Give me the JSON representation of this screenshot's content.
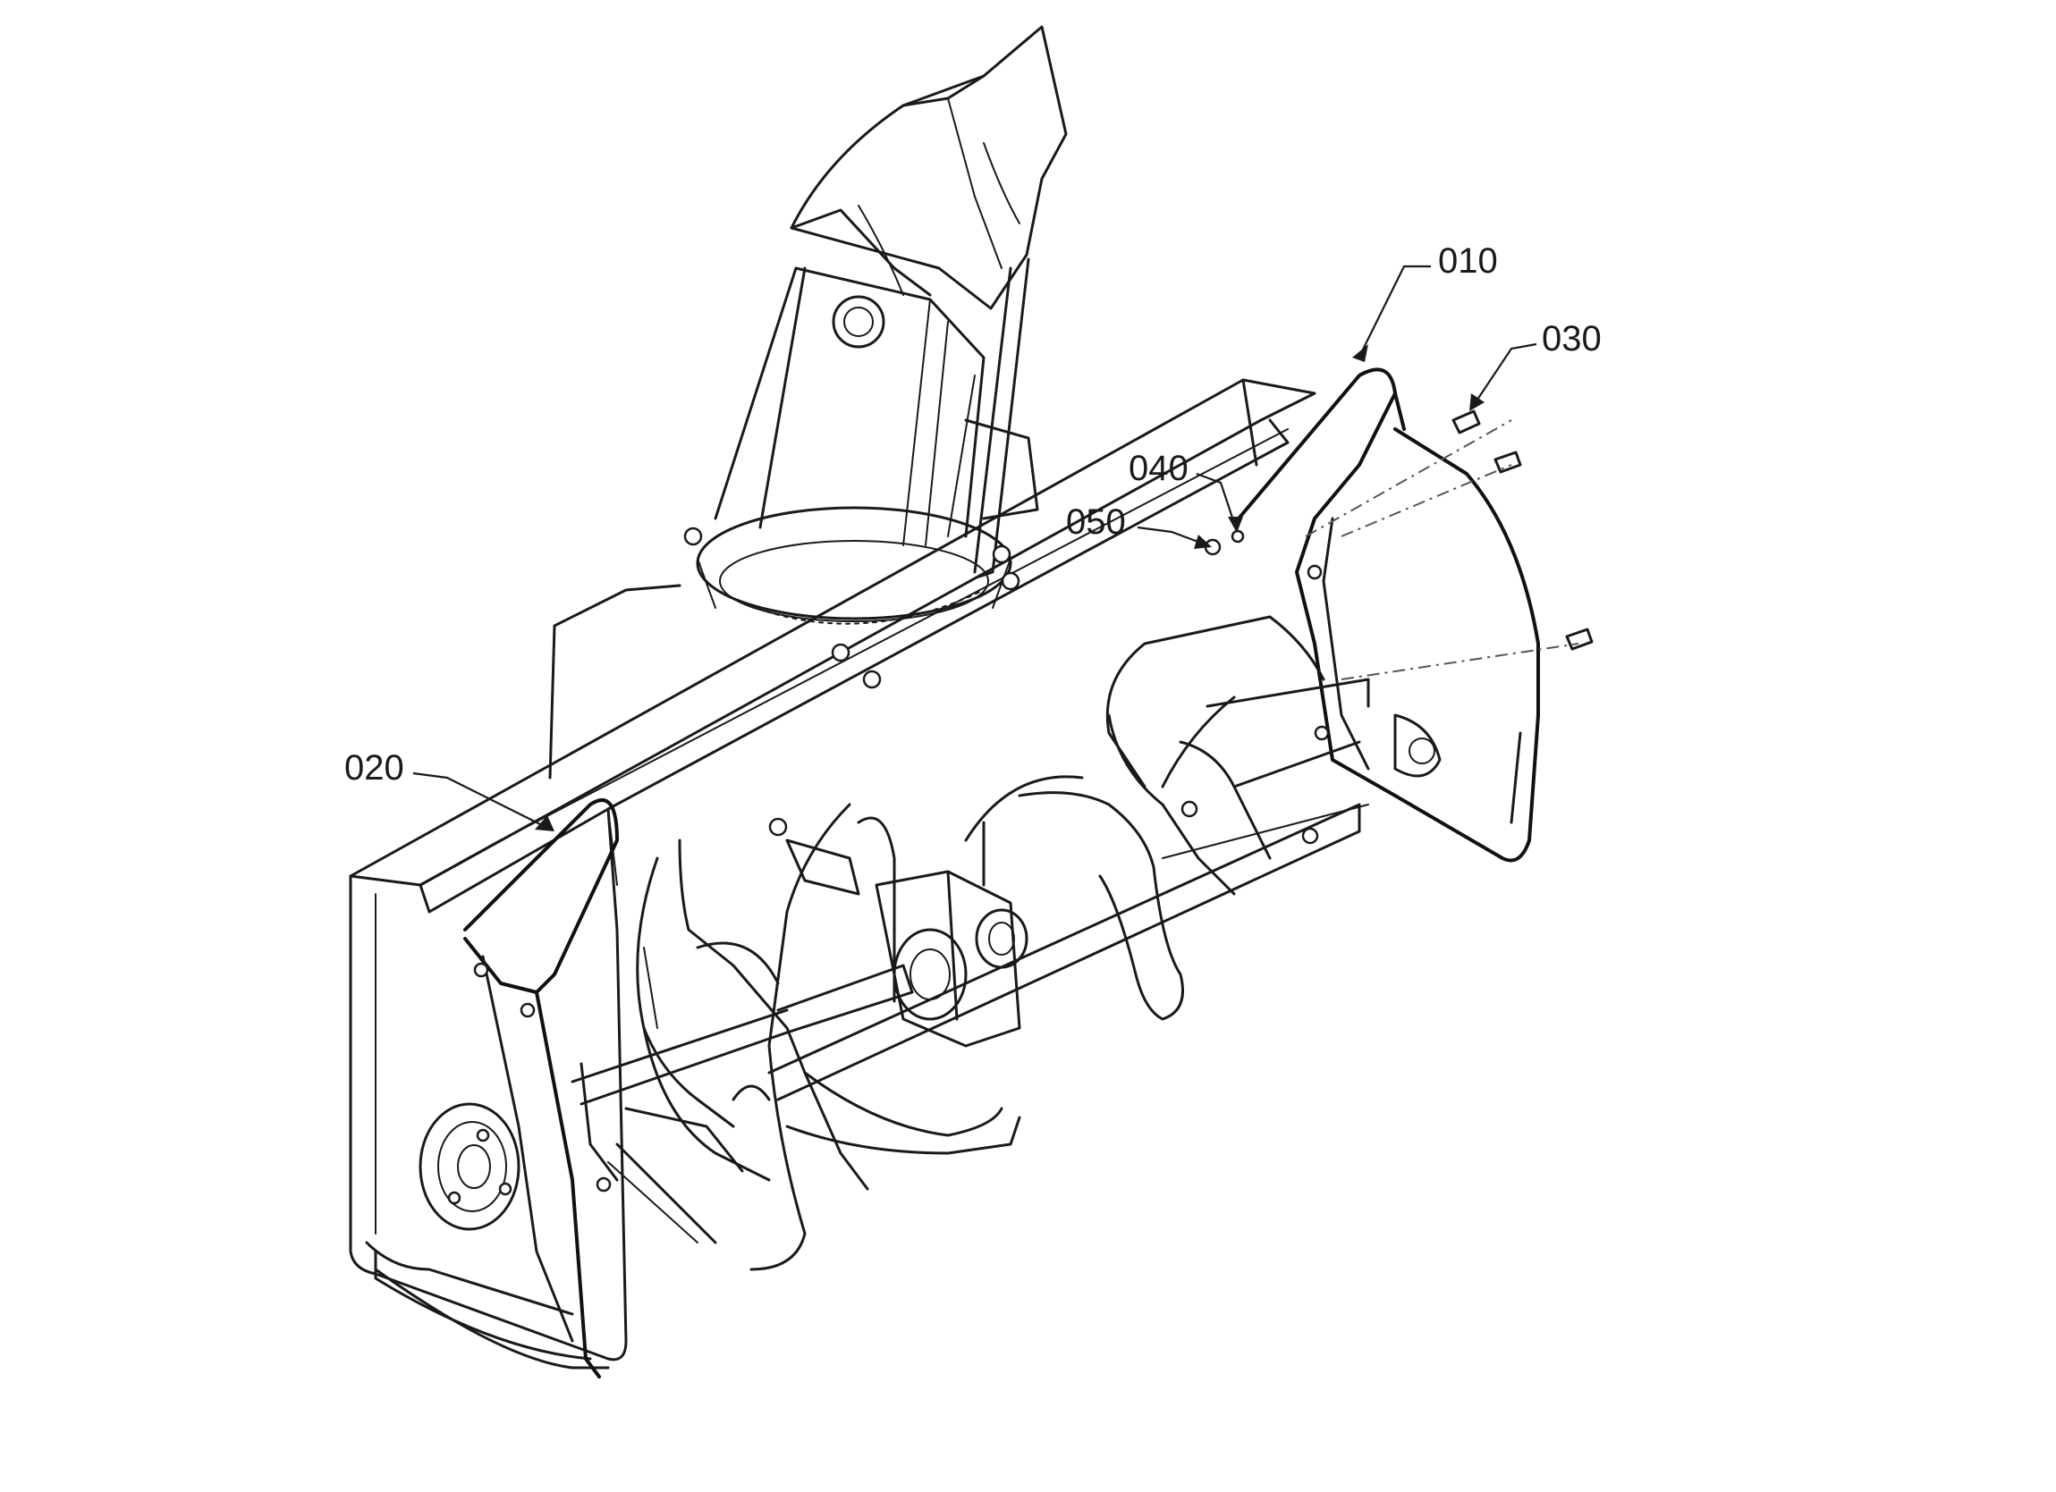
{
  "callouts": [
    {
      "id": "010",
      "label": "010"
    },
    {
      "id": "020",
      "label": "020"
    },
    {
      "id": "030",
      "label": "030"
    },
    {
      "id": "040",
      "label": "040"
    },
    {
      "id": "050",
      "label": "050"
    }
  ],
  "colors": {
    "line": "#1a1a1a",
    "background": "#ffffff"
  }
}
